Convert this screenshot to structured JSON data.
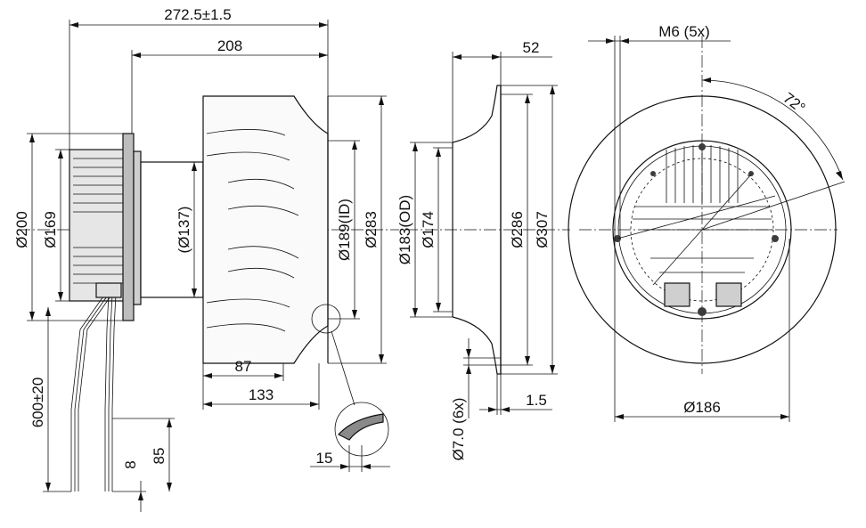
{
  "side_view": {
    "dims": {
      "overall_length": "272.5±1.5",
      "impeller_length": "208",
      "housing_dia": "Ø200",
      "flange_dia": "Ø169",
      "hub_dia": "(Ø137)",
      "inlet_id": "Ø189(ID)",
      "impeller_dia": "Ø283",
      "cable_length": "600±20",
      "cable_strip": "8",
      "cable_end": "85",
      "blade_depth": "87",
      "blade_total": "133",
      "detail_size": "15"
    }
  },
  "inlet_ring_view": {
    "dims": {
      "ring_depth": "52",
      "ring_od": "Ø183(OD)",
      "ring_inner": "Ø174",
      "ring_mid": "Ø286",
      "ring_outer": "Ø307",
      "holes": "Ø7.0 (6x)",
      "thickness": "1.5"
    }
  },
  "front_view": {
    "dims": {
      "threads": "M6 (5x)",
      "angle": "72°",
      "bolt_circle": "Ø186"
    }
  }
}
